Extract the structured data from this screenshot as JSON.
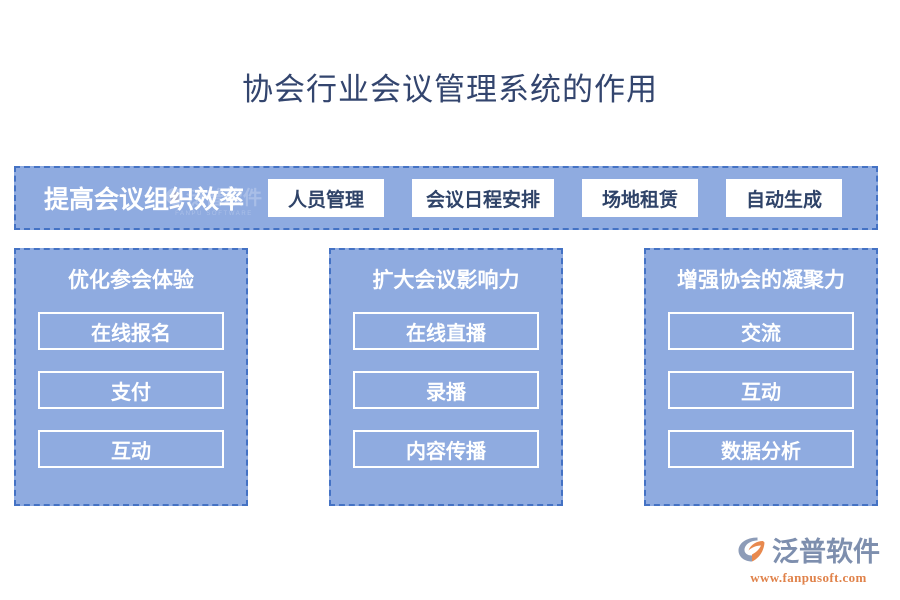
{
  "page": {
    "title": "协会行业会议管理系统的作用"
  },
  "banner": {
    "title": "提高会议组织效率",
    "items": [
      {
        "label": "人员管理"
      },
      {
        "label": "会议日程安排"
      },
      {
        "label": "场地租赁"
      },
      {
        "label": "自动生成"
      }
    ],
    "watermark": {
      "text": "泛普软件",
      "sub": "FANPU SOFTWARE"
    }
  },
  "columns": [
    {
      "title": "优化参会体验",
      "items": [
        {
          "label": "在线报名"
        },
        {
          "label": "支付"
        },
        {
          "label": "互动"
        }
      ]
    },
    {
      "title": "扩大会议影响力",
      "items": [
        {
          "label": "在线直播"
        },
        {
          "label": "录播"
        },
        {
          "label": "内容传播"
        }
      ]
    },
    {
      "title": "增强协会的凝聚力",
      "items": [
        {
          "label": "交流"
        },
        {
          "label": "互动"
        },
        {
          "label": "数据分析"
        }
      ]
    }
  ],
  "logo": {
    "name": "泛普软件",
    "url": "www.fanpusoft.com",
    "icon": "fanpu-swoosh-logo-icon"
  },
  "colors": {
    "title_navy": "#33456e",
    "card_blue": "#8fabe0",
    "dashed_border": "#4472c4",
    "chip_white": "#ffffff",
    "chip_text": "#2f4368",
    "logo_gray_blue": "#7e8fae",
    "logo_orange": "#e0824a"
  }
}
